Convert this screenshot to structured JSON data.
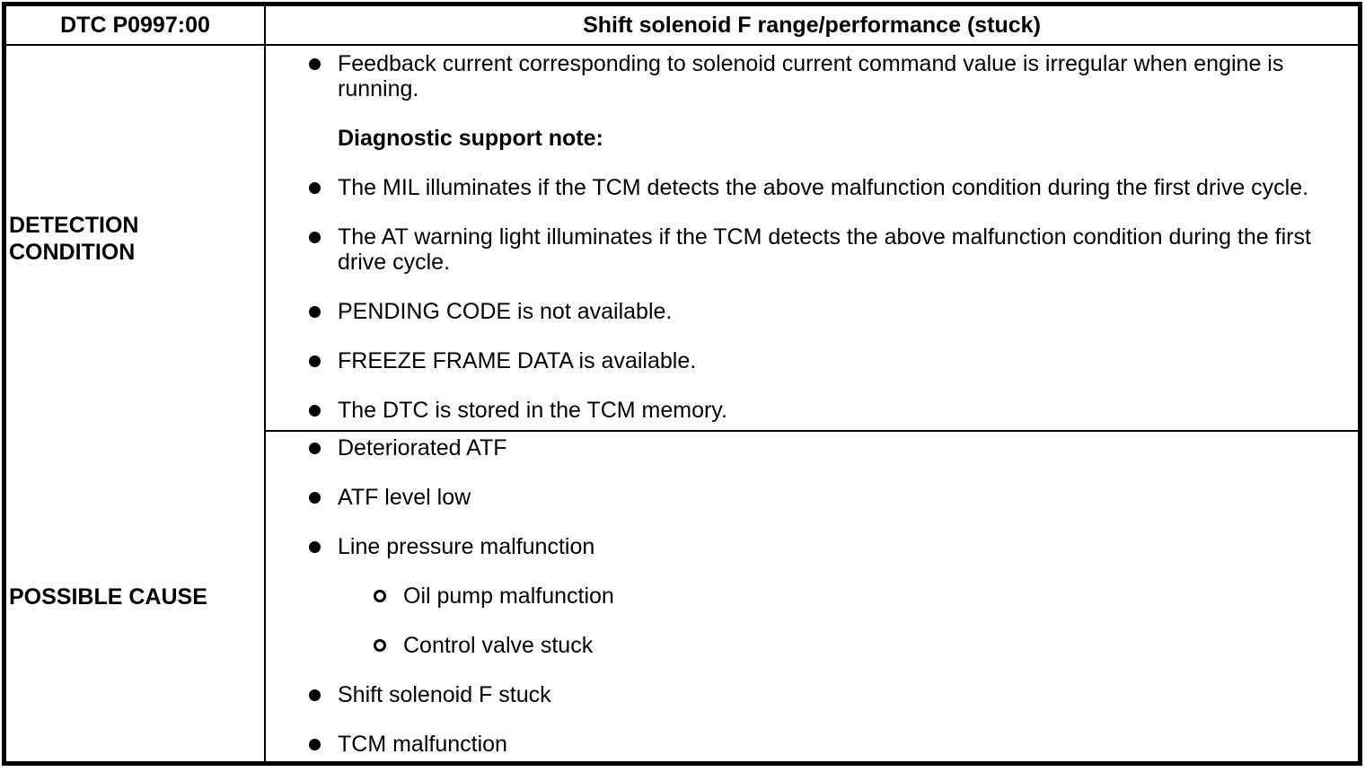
{
  "doc": {
    "header": {
      "code": "DTC P0997:00",
      "title": "Shift solenoid F range/performance (stuck)"
    },
    "sections": [
      {
        "label": "DETECTION CONDITION",
        "items": [
          {
            "type": "bullet",
            "text": "Feedback current corresponding to solenoid current command value is irregular when engine is\nrunning."
          },
          {
            "type": "heading",
            "text": "Diagnostic support note:"
          },
          {
            "type": "bullet",
            "text": "The MIL illuminates if the TCM detects the above malfunction condition during the first drive cycle."
          },
          {
            "type": "bullet",
            "text": "The AT warning light illuminates if the TCM detects the above malfunction condition during the first\ndrive cycle."
          },
          {
            "type": "bullet",
            "text": "PENDING CODE is not available."
          },
          {
            "type": "bullet",
            "text": "FREEZE FRAME DATA is available."
          },
          {
            "type": "bullet",
            "text": "The DTC is stored in the TCM memory."
          }
        ]
      },
      {
        "label": "POSSIBLE CAUSE",
        "items": [
          {
            "type": "bullet",
            "text": "Deteriorated ATF"
          },
          {
            "type": "bullet",
            "text": "ATF level low"
          },
          {
            "type": "bullet",
            "text": "Line pressure malfunction"
          },
          {
            "type": "subbullet",
            "text": "Oil pump malfunction"
          },
          {
            "type": "subbullet",
            "text": "Control valve stuck"
          },
          {
            "type": "bullet",
            "text": "Shift solenoid F stuck"
          },
          {
            "type": "bullet",
            "text": "TCM malfunction"
          }
        ]
      }
    ]
  }
}
